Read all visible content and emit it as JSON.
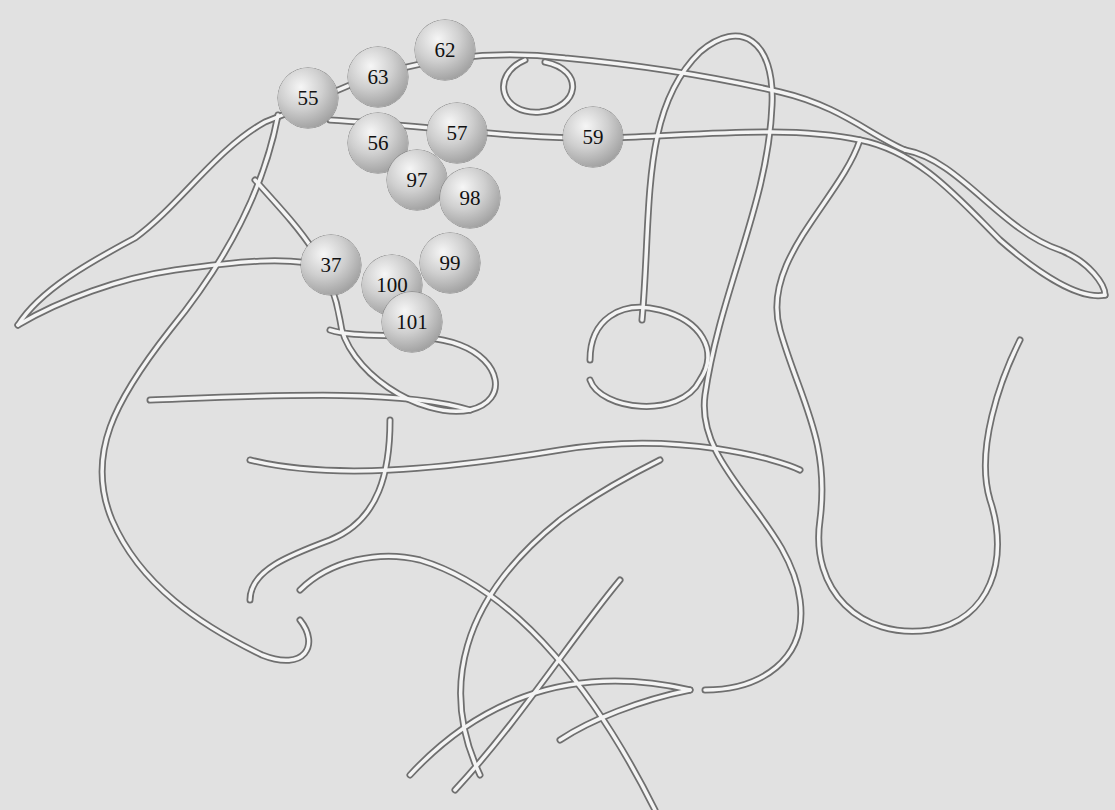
{
  "diagram": {
    "nodes": [
      {
        "text": [
          "62"
        ]
      },
      {
        "text": [
          "63"
        ]
      },
      {
        "text": [
          "55"
        ]
      },
      {
        "text": [
          "57"
        ]
      },
      {
        "text": [
          "59"
        ]
      },
      {
        "text": [
          "56"
        ]
      },
      {
        "text": [
          "97"
        ]
      },
      {
        "text": [
          "98"
        ]
      },
      {
        "text": [
          "37"
        ]
      },
      {
        "text": [
          "99"
        ]
      },
      {
        "text": [
          "100"
        ]
      },
      {
        "text": [
          "101"
        ]
      }
    ]
  }
}
